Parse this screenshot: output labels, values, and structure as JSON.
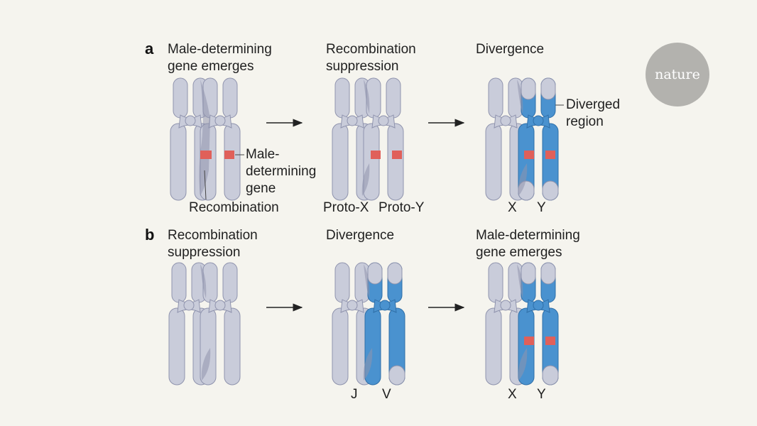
{
  "panel_a": {
    "letter": "a",
    "step1_title": [
      "Male-determining",
      "gene emerges"
    ],
    "step2_title": [
      "Recombination",
      "suppression"
    ],
    "step3_title": "Divergence",
    "male_gene_label": [
      "Male-",
      "determining",
      "gene"
    ],
    "recombination_label": "Recombination",
    "proto_x": "Proto-X",
    "proto_y": "Proto-Y",
    "diverged_label": [
      "Diverged",
      "region"
    ],
    "x_label": "X",
    "y_label": "Y"
  },
  "panel_b": {
    "letter": "b",
    "step1_title": [
      "Recombination",
      "suppression"
    ],
    "step2_title": "Divergence",
    "step3_title": [
      "Male-determining",
      "gene emerges"
    ],
    "j_label": "J",
    "v_label": "V",
    "x_label": "X",
    "y_label": "Y"
  },
  "logo": {
    "text": "nature"
  },
  "colors": {
    "background": "#f5f4ee",
    "chromosome_grey": "#c9ccda",
    "chromosome_dark": "#8f93ad",
    "diverged_blue": "#4a92cf",
    "gene_red": "#e0605a",
    "arrow": "#222222"
  }
}
